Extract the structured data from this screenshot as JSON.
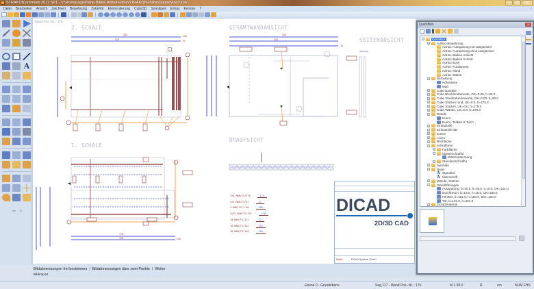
{
  "window": {
    "title": "STRAKON premium 2012 SP1 - V:\\Homepage\\Pläne-Bilder-Artikel-Filme\\STRAKON-Pläne\\Doppelwand.kon",
    "controls": [
      "minimize",
      "restore",
      "close"
    ]
  },
  "menu": {
    "items": [
      "Datei",
      "Bearbeiten",
      "Ansicht",
      "Zeichnen",
      "Bewehrung",
      "Zubehör",
      "Elementierung",
      "Cube3D",
      "Sonstiges",
      "Extras",
      "Fenster",
      "?"
    ]
  },
  "canvas": {
    "header_label": "Wand Pos.-Nr. : 176",
    "views": {
      "schale2": "2. SCHALE",
      "gesamt": "GESAMTWANDANSICHT",
      "seiten": "SEITENANSICHT",
      "schale1": "1. SCHALE",
      "draufsicht": "DRAUFSICHT"
    },
    "dimensions": {
      "schale2_top": [
        "334",
        "GM"
      ],
      "schale2_mid": [
        "318",
        "16",
        "24",
        "PL"
      ],
      "gesamt_top": [
        "334",
        "GM"
      ],
      "gesamt_mid": [
        "318",
        "16",
        "24",
        "PL"
      ],
      "gesamt_bottom": [
        "49",
        "194",
        "93",
        "TA"
      ],
      "schale1_bottom": [
        "67",
        "178",
        "64",
        "TA"
      ],
      "schale1_gm": [
        "318",
        "GM"
      ]
    },
    "tags": [
      "TA",
      "TA",
      "TA",
      "TA",
      "TA"
    ],
    "legend": [
      {
        "id": "174",
        "text": "2×6-MAN/TS/170",
        "val": "174"
      },
      {
        "id": "175",
        "text": "4×5-MAN/TS/Gf",
        "val": "47"
      },
      {
        "id": "176",
        "text": "4-MAN/TS/1.08",
        "val": "108"
      },
      {
        "id": "177",
        "text": "2×TS-MAN/TS/176",
        "val": "176"
      },
      {
        "id": "178",
        "text": "18-MAN/TS/122",
        "val": "22"
      },
      {
        "id": "179",
        "text": "18-MAN/TS/152",
        "val": "152"
      },
      {
        "id": "180",
        "text": "18-MAN/TS/126",
        "val": "126"
      }
    ],
    "stamp": {
      "logo": "DICAD",
      "subtitle": "2D/3D CAD",
      "bearbeiter_label": "Bearb.:",
      "firm": "DICAD Systeme GmbH"
    }
  },
  "command_bar": {
    "options": [
      "Bildabmessungen frei bestimmen",
      "Bildabmessungen über zwei Punkte",
      "Weiter"
    ],
    "prompt": "Bildimport"
  },
  "status_bar": {
    "layer": "Ebene 0   - Grundebene",
    "segment": "Seg.117  - Wand Pos.-Nr. : 176",
    "scale": "M 1:30.0",
    "mode": "R",
    "unit": "cm",
    "keys": "NUM  FHS"
  },
  "left_toolbar": {
    "bottom_labels": [
      "cm",
      "0"
    ]
  },
  "quickbox": {
    "title": "QuickBox",
    "tree": [
      {
        "label": "QuickBox",
        "level": 0,
        "type": "folder",
        "exp": "-",
        "selected": true
      },
      {
        "label": "AdHoc-Bewehrung",
        "level": 1,
        "type": "folder",
        "exp": "-"
      },
      {
        "label": "AdHoc-Aussparung mit Längseisen",
        "level": 2,
        "type": "folder",
        "exp": ""
      },
      {
        "label": "AdHoc-Aussparung ohne Längseisen",
        "level": 2,
        "type": "folder",
        "exp": ""
      },
      {
        "label": "AdHoc-Balken Ansicht",
        "level": 2,
        "type": "folder",
        "exp": ""
      },
      {
        "label": "AdHoc-Balken Schnitt",
        "level": 2,
        "type": "folder",
        "exp": ""
      },
      {
        "label": "AdHoc-Ecke",
        "level": 2,
        "type": "folder",
        "exp": ""
      },
      {
        "label": "AdHoc-Fundament",
        "level": 2,
        "type": "folder",
        "exp": ""
      },
      {
        "label": "AdHoc-Rand",
        "level": 2,
        "type": "folder",
        "exp": ""
      },
      {
        "label": "AdHoc-Stütze",
        "level": 2,
        "type": "folder",
        "exp": ""
      },
      {
        "label": "Bemaßung",
        "level": 1,
        "type": "folder",
        "exp": "-"
      },
      {
        "label": "Höhenkote",
        "level": 2,
        "type": "file",
        "exp": ""
      },
      {
        "label": "Maß",
        "level": 2,
        "type": "file",
        "exp": ""
      },
      {
        "label": "Cube Bauteile",
        "level": 1,
        "type": "folder",
        "exp": "+"
      },
      {
        "label": "Cube Blockfundamente, OK=0.00, h=60.0",
        "level": 1,
        "type": "folder",
        "exp": "+"
      },
      {
        "label": "Cube Streifenfundamente, OK=0.00, h=50.0",
        "level": 1,
        "type": "folder",
        "exp": "+"
      },
      {
        "label": "Cube Stützen rund, UK=0.0, h=275.0",
        "level": 1,
        "type": "folder",
        "exp": "+"
      },
      {
        "label": "Cube Stützen, UK=0.0, h=275.0",
        "level": 1,
        "type": "folder",
        "exp": "+"
      },
      {
        "label": "Cube Wände, UK=0.0, h=275.0",
        "level": 1,
        "type": "folder",
        "exp": "+"
      },
      {
        "label": "Details",
        "level": 1,
        "type": "folder",
        "exp": "-"
      },
      {
        "label": "Buero",
        "level": 2,
        "type": "file",
        "exp": ""
      },
      {
        "label": "Buero, Teilbild U-Tisch",
        "level": 2,
        "type": "file",
        "exp": ""
      },
      {
        "label": "Einbauteile",
        "level": 1,
        "type": "folder",
        "exp": "+"
      },
      {
        "label": "Einbauteile 3D",
        "level": 1,
        "type": "folder",
        "exp": "+"
      },
      {
        "label": "Kreise",
        "level": 1,
        "type": "folder",
        "exp": "+"
      },
      {
        "label": "Linien",
        "level": 1,
        "type": "folder",
        "exp": "+"
      },
      {
        "label": "Rechtecke",
        "level": 1,
        "type": "folder",
        "exp": "+"
      },
      {
        "label": "Schraffuren",
        "level": 1,
        "type": "folder",
        "exp": "-"
      },
      {
        "label": "Farbfläche",
        "level": 2,
        "type": "folder",
        "exp": "+"
      },
      {
        "label": "Musterschraffur",
        "level": 2,
        "type": "folder",
        "exp": "-"
      },
      {
        "label": "Wärmedämmung",
        "level": 3,
        "type": "file",
        "exp": ""
      },
      {
        "label": "Standardschraffur",
        "level": 2,
        "type": "folder",
        "exp": "+"
      },
      {
        "label": "Symbole",
        "level": 1,
        "type": "folder",
        "exp": "+"
      },
      {
        "label": "Texte",
        "level": 1,
        "type": "folder",
        "exp": "-"
      },
      {
        "label": "Standard",
        "level": 2,
        "type": "text",
        "exp": ""
      },
      {
        "label": "Überschrift",
        "level": 2,
        "type": "text",
        "exp": ""
      },
      {
        "label": "Wände, Stützen",
        "level": 1,
        "type": "folder",
        "exp": "+"
      },
      {
        "label": "Wandöffnungen",
        "level": 1,
        "type": "folder",
        "exp": "-"
      },
      {
        "label": "Aussparung, b=30.0, h=30.0, t=10.0, OK=201.0",
        "level": 2,
        "type": "file",
        "exp": ""
      },
      {
        "label": "Durchbruch, b=15.0, h=15.0, OK=250.0",
        "level": 2,
        "type": "file",
        "exp": ""
      },
      {
        "label": "Fenster, b=151.0, h=150.0, BrH=100.0",
        "level": 2,
        "type": "file",
        "exp": ""
      },
      {
        "label": "Tür, b=101.0, h=201.0",
        "level": 2,
        "type": "file",
        "exp": ""
      },
      {
        "label": "Zusatzmaterial",
        "level": 1,
        "type": "folder",
        "exp": "+"
      }
    ],
    "search_placeholder": ""
  },
  "colors": {
    "accent": "#3b78d8",
    "dim_blue": "#4a4fd8",
    "rebar_red": "#8b3a3a",
    "leader_orange": "#f0a050",
    "dicad_blue": "#1a67b8",
    "dicad_grey": "#3c4a5c"
  }
}
